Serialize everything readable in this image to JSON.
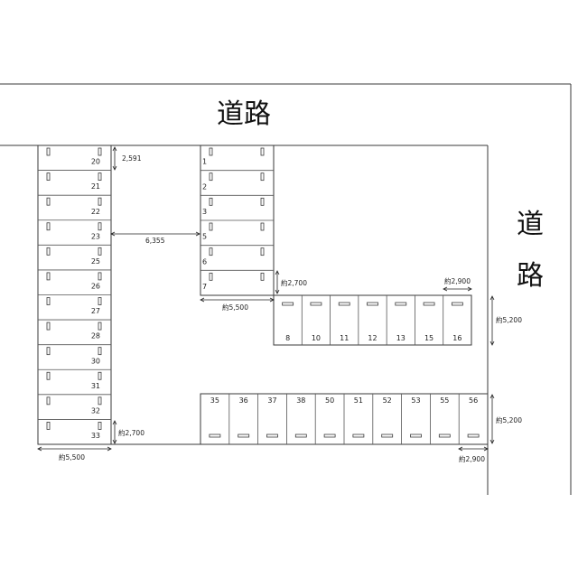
{
  "road_top": "道路",
  "road_right_1": "道",
  "road_right_2": "路",
  "left_column": [
    "20",
    "21",
    "22",
    "23",
    "25",
    "26",
    "27",
    "28",
    "30",
    "31",
    "32",
    "33"
  ],
  "middle_column": [
    "1",
    "2",
    "3",
    "5",
    "6",
    "7"
  ],
  "upper_row": [
    "8",
    "10",
    "11",
    "12",
    "13",
    "15",
    "16"
  ],
  "lower_row": [
    "35",
    "36",
    "37",
    "38",
    "50",
    "51",
    "52",
    "53",
    "55",
    "56"
  ],
  "dimensions": {
    "left_bay_depth": "2,591",
    "aisle_width": "6,355",
    "left_width": "約5,500",
    "left_bay_width": "約2,700",
    "middle_width": "約5,500",
    "middle_bay_width": "約2,700",
    "upper_bay_width": "約2,900",
    "upper_depth": "約5,200",
    "lower_depth": "約5,200",
    "lower_bay_width": "約2,900"
  }
}
